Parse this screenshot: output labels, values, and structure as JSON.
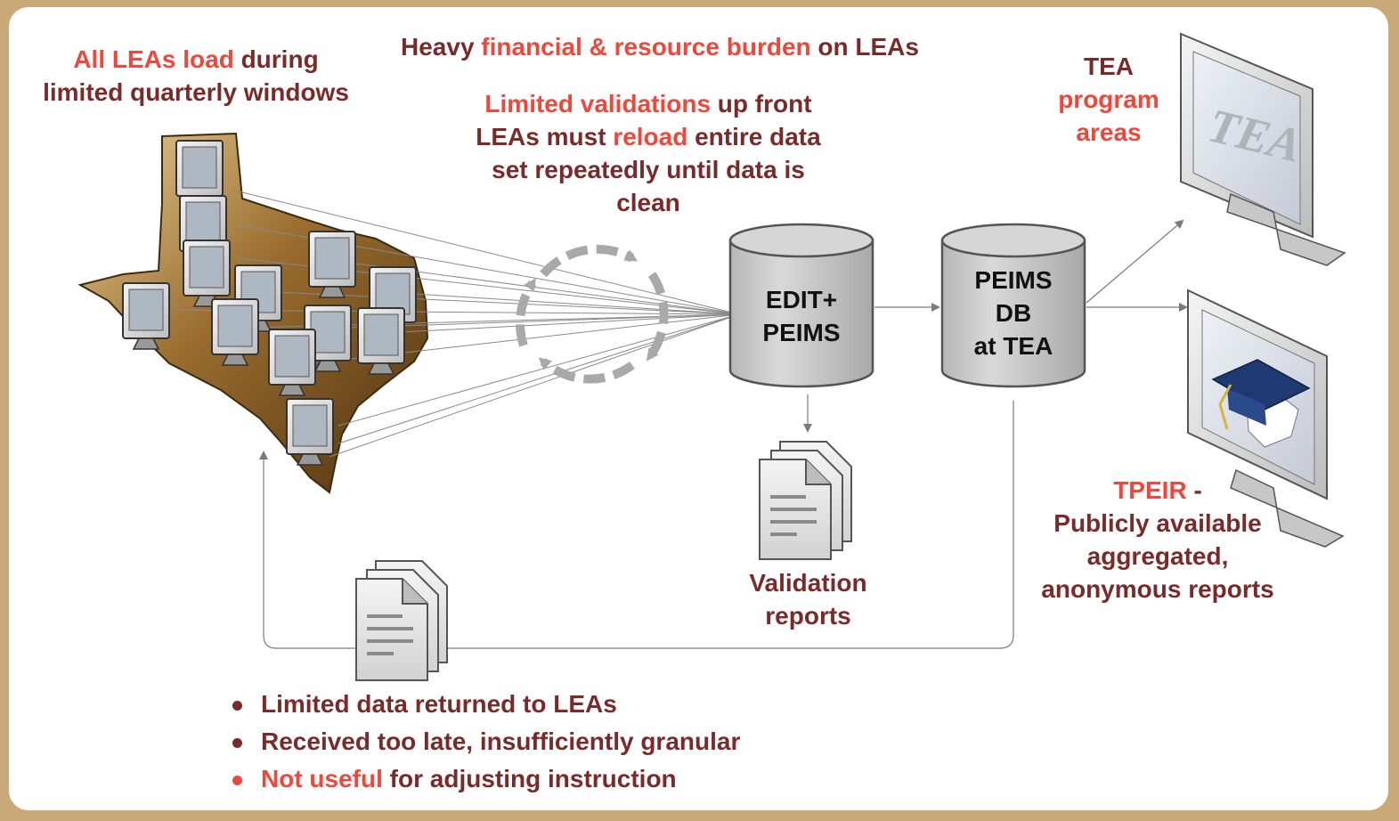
{
  "header": {
    "heavy_prefix": "Heavy ",
    "heavy_highlight": "financial & resource burden",
    "heavy_suffix": " on LEAs"
  },
  "lea_load": {
    "highlight": "All LEAs load",
    "line1_rest": " during",
    "line2": "limited quarterly windows"
  },
  "validation_note": {
    "line1_highlight": "Limited validations",
    "line1_rest": " up front",
    "line2_prefix": "LEAs must ",
    "line2_highlight": "reload",
    "line2_rest": " entire data",
    "line3": "set repeatedly until data is",
    "line4": "clean"
  },
  "databases": {
    "edit_line1": "EDIT+",
    "edit_line2": "PEIMS",
    "peims_line1": "PEIMS",
    "peims_line2": "DB",
    "peims_line3": "at TEA"
  },
  "validation_reports": {
    "line1": "Validation",
    "line2": "reports"
  },
  "tea_program": {
    "line1": "TEA",
    "line2": "program",
    "line3": "areas",
    "logo_text": "TEA"
  },
  "tpeir": {
    "highlight": "TPEIR",
    "line1_rest": " -",
    "line2": "Publicly available",
    "line3": "aggregated,",
    "line4": "anonymous reports"
  },
  "bullets": {
    "item1": "Limited data returned to LEAs",
    "item2": "Received too late, insufficiently granular",
    "item3_highlight": "Not useful",
    "item3_rest": " for adjusting instruction"
  },
  "colors": {
    "highlight": "#f0473a",
    "text": "#7b2a2a",
    "frame": "#c8a977",
    "db_fill": "#c9c9c9",
    "texas_brown": "#7a5320"
  }
}
